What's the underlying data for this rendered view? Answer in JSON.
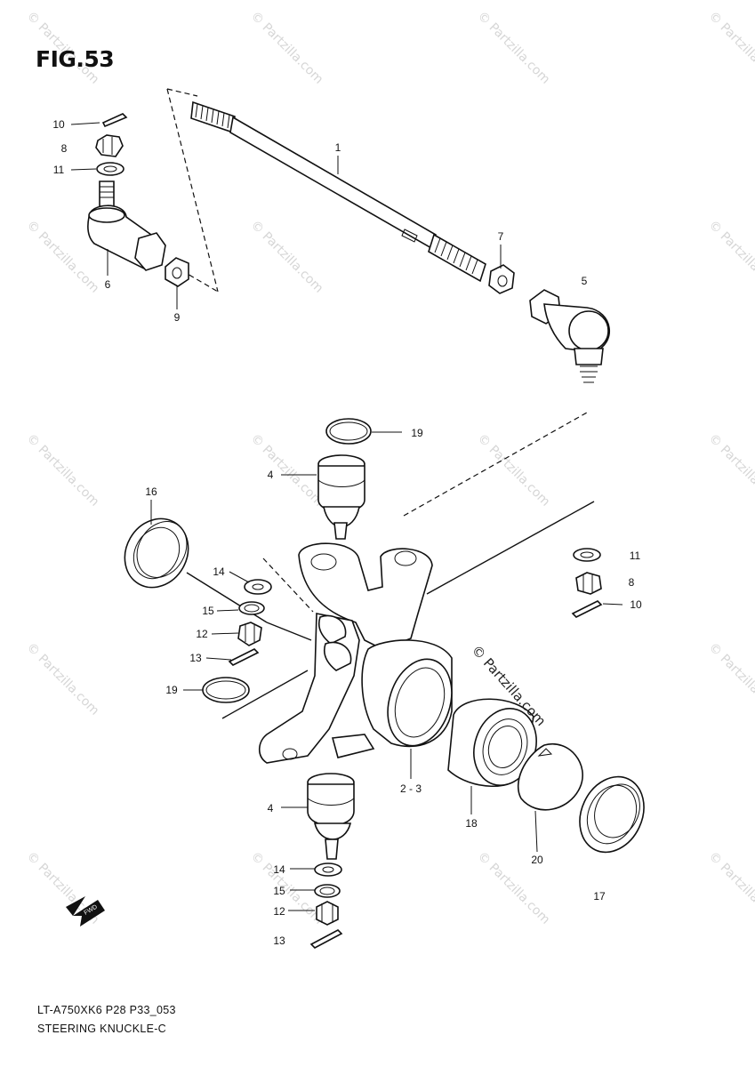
{
  "figure": {
    "title": "FIG.53",
    "code": "LT-A750XK6 P28 P33_053",
    "name": "STEERING KNUCKLE-C"
  },
  "watermark": {
    "text": "© Partzilla.com",
    "center_text": "© Partzilla.com"
  },
  "callouts": {
    "c10_top": "10",
    "c8_top": "8",
    "c11_top": "11",
    "c6": "6",
    "c9": "9",
    "c1": "1",
    "c7": "7",
    "c5": "5",
    "c19_top": "19",
    "c4_top": "4",
    "c16": "16",
    "c14_mid": "14",
    "c15_mid": "15",
    "c12_mid": "12",
    "c13_mid": "13",
    "c19_mid": "19",
    "c11_right": "11",
    "c8_right": "8",
    "c10_right": "10",
    "c2_3": "2 - 3",
    "c18": "18",
    "c20": "20",
    "c4_bottom": "4",
    "c14_bottom": "14",
    "c15_bottom": "15",
    "c12_bottom": "12",
    "c13_bottom": "13",
    "c17": "17"
  },
  "fwd_label": "FWD"
}
